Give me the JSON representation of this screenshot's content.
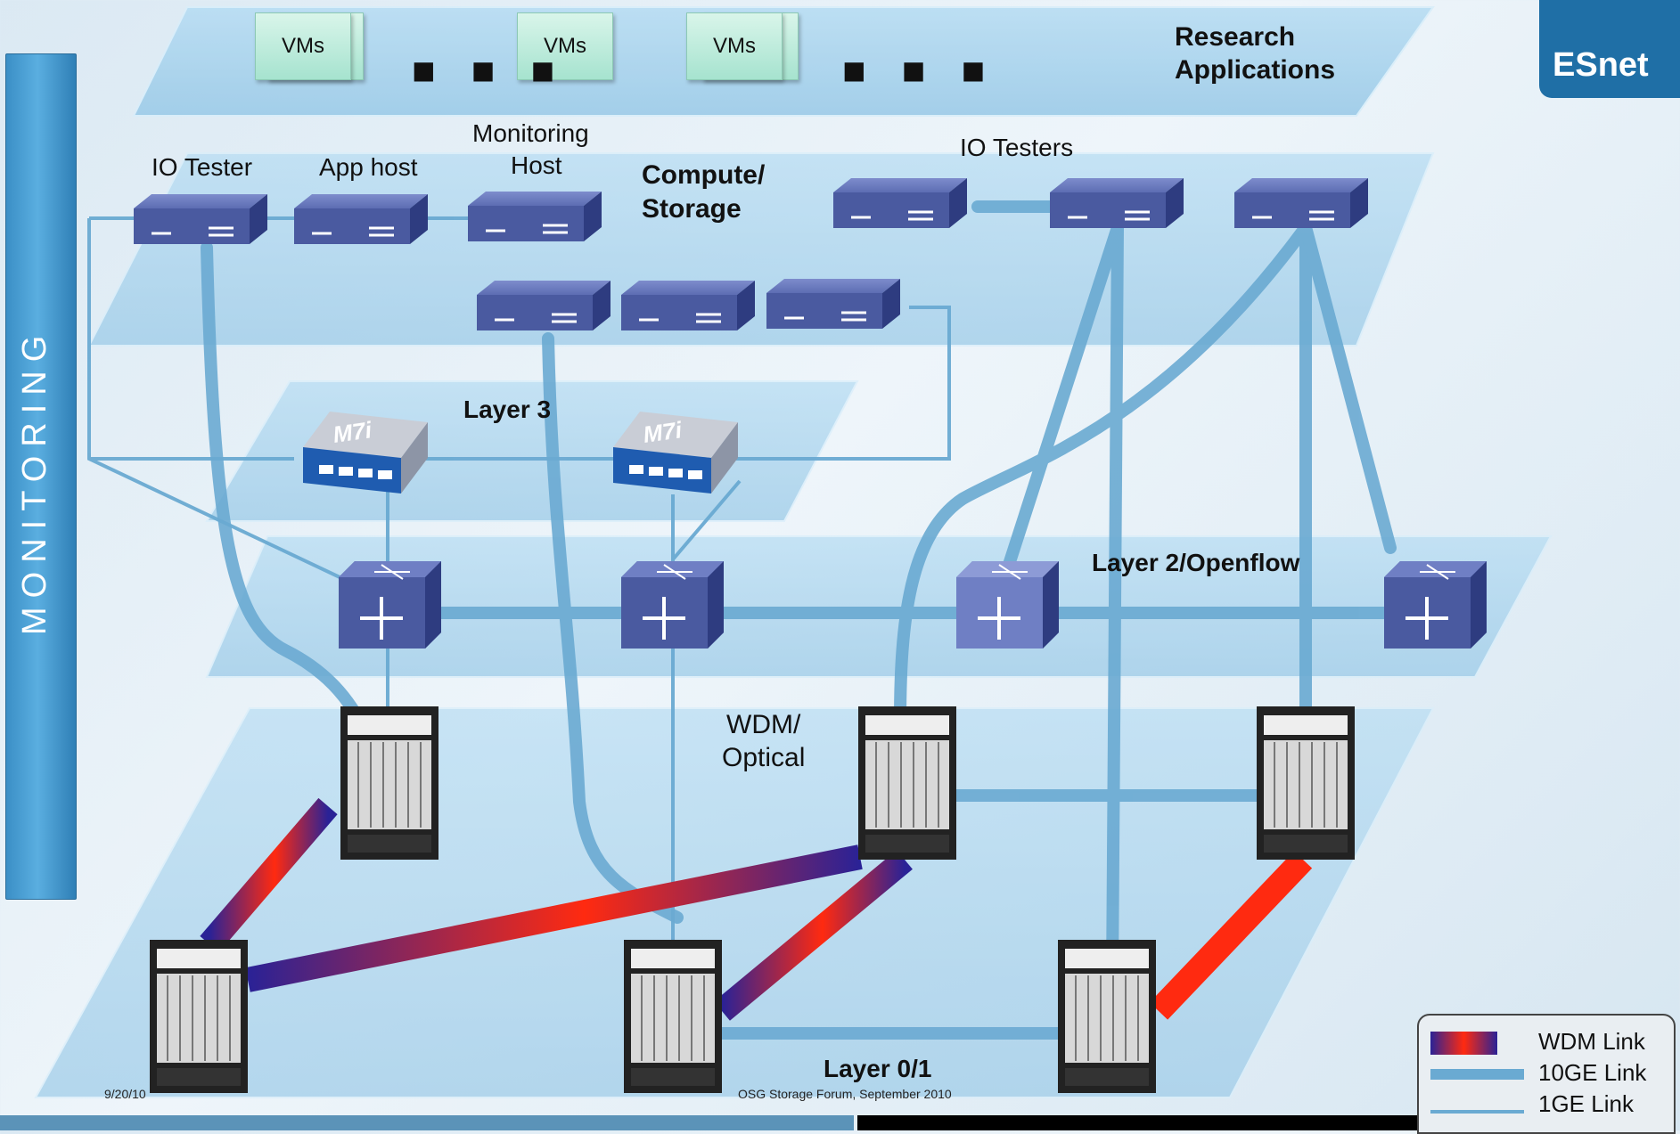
{
  "monitoring_label": "MONITORING",
  "logo": {
    "text": "ESnet"
  },
  "layers": {
    "research": {
      "label_line1": "Research",
      "label_line2": "Applications"
    },
    "compute": {
      "label_line1": "Compute/",
      "label_line2": "Storage"
    },
    "layer3": {
      "label": "Layer 3"
    },
    "layer2": {
      "label": "Layer 2/Openflow"
    },
    "optical": {
      "label_line1": "WDM/",
      "label_line2": "Optical"
    },
    "layer01": {
      "label": "Layer 0/1"
    }
  },
  "vms": [
    "VMs",
    "VMs",
    "VMs"
  ],
  "dots": [
    "■ ■ ■",
    "■ ■ ■"
  ],
  "hosts": {
    "io_tester": "IO Tester",
    "app_host": "App host",
    "monitoring_host_line1": "Monitoring",
    "monitoring_host_line2": "Host",
    "io_testers": "IO Testers"
  },
  "routers": [
    "M7i",
    "M7i"
  ],
  "legend": {
    "wdm": "WDM Link",
    "ge10": "10GE Link",
    "ge1": "1GE Link"
  },
  "footer": {
    "date": "9/20/10",
    "event": "OSG Storage Forum, September 2010"
  },
  "colors": {
    "wdm_start": "#2a2296",
    "wdm_mid": "#ff2a10",
    "link": "#6aaad2",
    "device": "#4a5aa0",
    "plane": "#a9d3ee"
  }
}
